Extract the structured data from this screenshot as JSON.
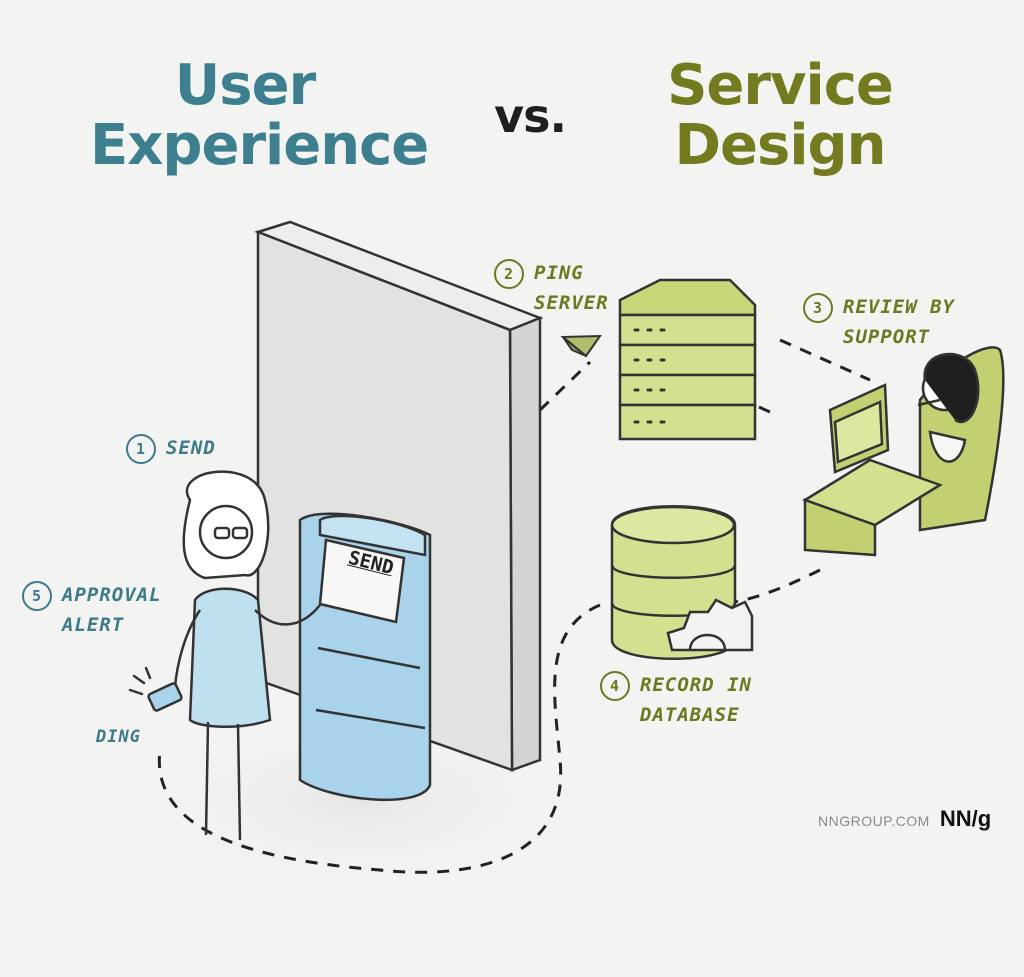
{
  "header": {
    "ux_line1": "User",
    "ux_line2": "Experience",
    "vs": "vs.",
    "sd_line1": "Service",
    "sd_line2": "Design"
  },
  "steps": [
    {
      "num": "1",
      "line1": "SEND",
      "line2": ""
    },
    {
      "num": "2",
      "line1": "PING",
      "line2": "SERVER"
    },
    {
      "num": "3",
      "line1": "REVIEW BY",
      "line2": "SUPPORT"
    },
    {
      "num": "4",
      "line1": "RECORD IN",
      "line2": "DATABASE"
    },
    {
      "num": "5",
      "line1": "APPROVAL",
      "line2": "ALERT"
    }
  ],
  "kiosk_label": "SEND",
  "phone_sound": "DING",
  "brand": {
    "url": "NNGROUP.COM",
    "logo": "NN/g"
  },
  "colors": {
    "ux": "#3d7f8f",
    "service": "#747a1f",
    "kiosk": "#a9d3ea",
    "equipment": "#d3e08f"
  }
}
